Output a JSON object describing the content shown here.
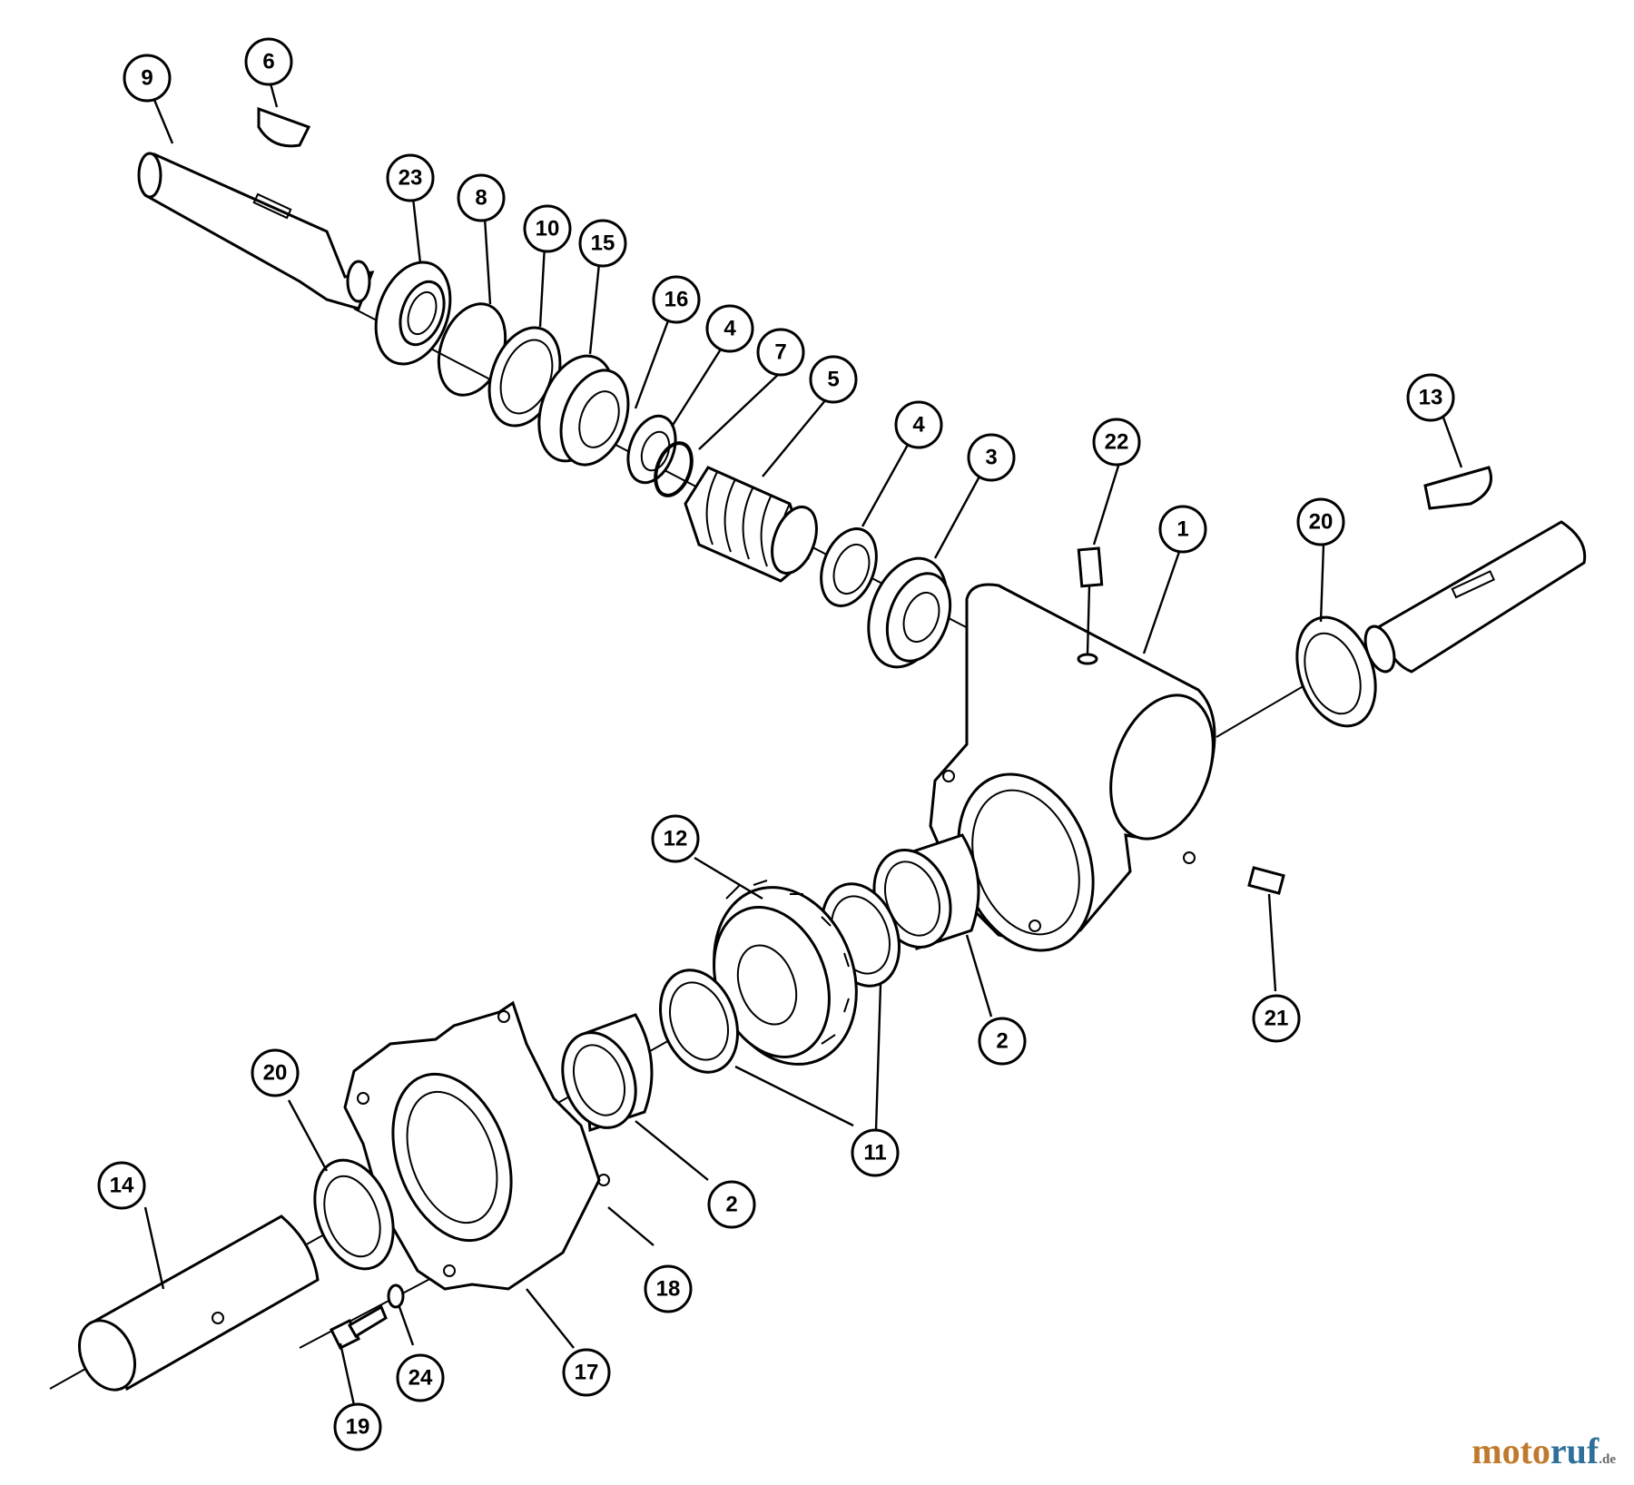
{
  "callouts": [
    {
      "label": "9"
    },
    {
      "label": "6"
    },
    {
      "label": "23"
    },
    {
      "label": "8"
    },
    {
      "label": "10"
    },
    {
      "label": "15"
    },
    {
      "label": "16"
    },
    {
      "label": "4"
    },
    {
      "label": "7"
    },
    {
      "label": "5"
    },
    {
      "label": "4"
    },
    {
      "label": "3"
    },
    {
      "label": "22"
    },
    {
      "label": "1"
    },
    {
      "label": "13"
    },
    {
      "label": "20"
    },
    {
      "label": "12"
    },
    {
      "label": "2"
    },
    {
      "label": "21"
    },
    {
      "label": "11"
    },
    {
      "label": "2"
    },
    {
      "label": "20"
    },
    {
      "label": "14"
    },
    {
      "label": "18"
    },
    {
      "label": "17"
    },
    {
      "label": "24"
    },
    {
      "label": "19"
    }
  ],
  "watermark": {
    "brand_a": "moto",
    "brand_b": "ruf",
    "suffix": ".de"
  },
  "colors": {
    "line": "#000000",
    "background": "#ffffff",
    "brand_orange": "#c07a2c",
    "brand_blue": "#2f6f9a"
  }
}
